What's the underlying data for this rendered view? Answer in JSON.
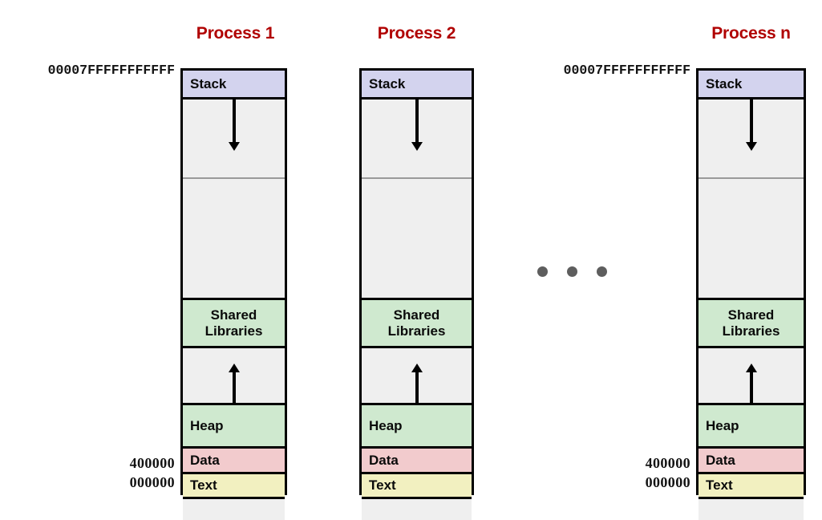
{
  "figure": {
    "title_color": "#B00000",
    "segment_colors": {
      "stack": "#D3D3EE",
      "shared_libraries": "#CFE9CF",
      "heap": "#CFE9CF",
      "data": "#F2CBCD",
      "text": "#F2F0C0",
      "empty": "#EFEFEF"
    }
  },
  "processes": [
    {
      "title": "Process 1",
      "top_address": "00007FFFFFFFFFFF",
      "bottom_addresses": [
        "400000",
        "000000"
      ],
      "segments": [
        {
          "label": "Stack",
          "color": "#D3D3EE"
        },
        {
          "label": "",
          "color": "#EFEFEF"
        },
        {
          "label": "",
          "color": "#EFEFEF"
        },
        {
          "label": "Shared\nLibraries",
          "color": "#CFE9CF"
        },
        {
          "label": "",
          "color": "#EFEFEF"
        },
        {
          "label": "Heap",
          "color": "#CFE9CF"
        },
        {
          "label": "Data",
          "color": "#F2CBCD"
        },
        {
          "label": "Text",
          "color": "#F2F0C0"
        },
        {
          "label": "",
          "color": "#EFEFEF"
        }
      ]
    },
    {
      "title": "Process 2",
      "top_address": "",
      "bottom_addresses": [],
      "segments": [
        {
          "label": "Stack",
          "color": "#D3D3EE"
        },
        {
          "label": "",
          "color": "#EFEFEF"
        },
        {
          "label": "",
          "color": "#EFEFEF"
        },
        {
          "label": "Shared\nLibraries",
          "color": "#CFE9CF"
        },
        {
          "label": "",
          "color": "#EFEFEF"
        },
        {
          "label": "Heap",
          "color": "#CFE9CF"
        },
        {
          "label": "Data",
          "color": "#F2CBCD"
        },
        {
          "label": "Text",
          "color": "#F2F0C0"
        },
        {
          "label": "",
          "color": "#EFEFEF"
        }
      ]
    },
    {
      "title": "Process n",
      "top_address": "00007FFFFFFFFFFF",
      "bottom_addresses": [
        "400000",
        "000000"
      ],
      "segments": [
        {
          "label": "Stack",
          "color": "#D3D3EE"
        },
        {
          "label": "",
          "color": "#EFEFEF"
        },
        {
          "label": "",
          "color": "#EFEFEF"
        },
        {
          "label": "Shared\nLibraries",
          "color": "#CFE9CF"
        },
        {
          "label": "",
          "color": "#EFEFEF"
        },
        {
          "label": "Heap",
          "color": "#CFE9CF"
        },
        {
          "label": "Data",
          "color": "#F2CBCD"
        },
        {
          "label": "Text",
          "color": "#F2F0C0"
        },
        {
          "label": "",
          "color": "#EFEFEF"
        }
      ]
    }
  ],
  "ellipsis": {
    "dot_count": 3,
    "color": "#5E5E5E"
  },
  "arrows": {
    "stack_growth": "down",
    "heap_growth": "up"
  }
}
